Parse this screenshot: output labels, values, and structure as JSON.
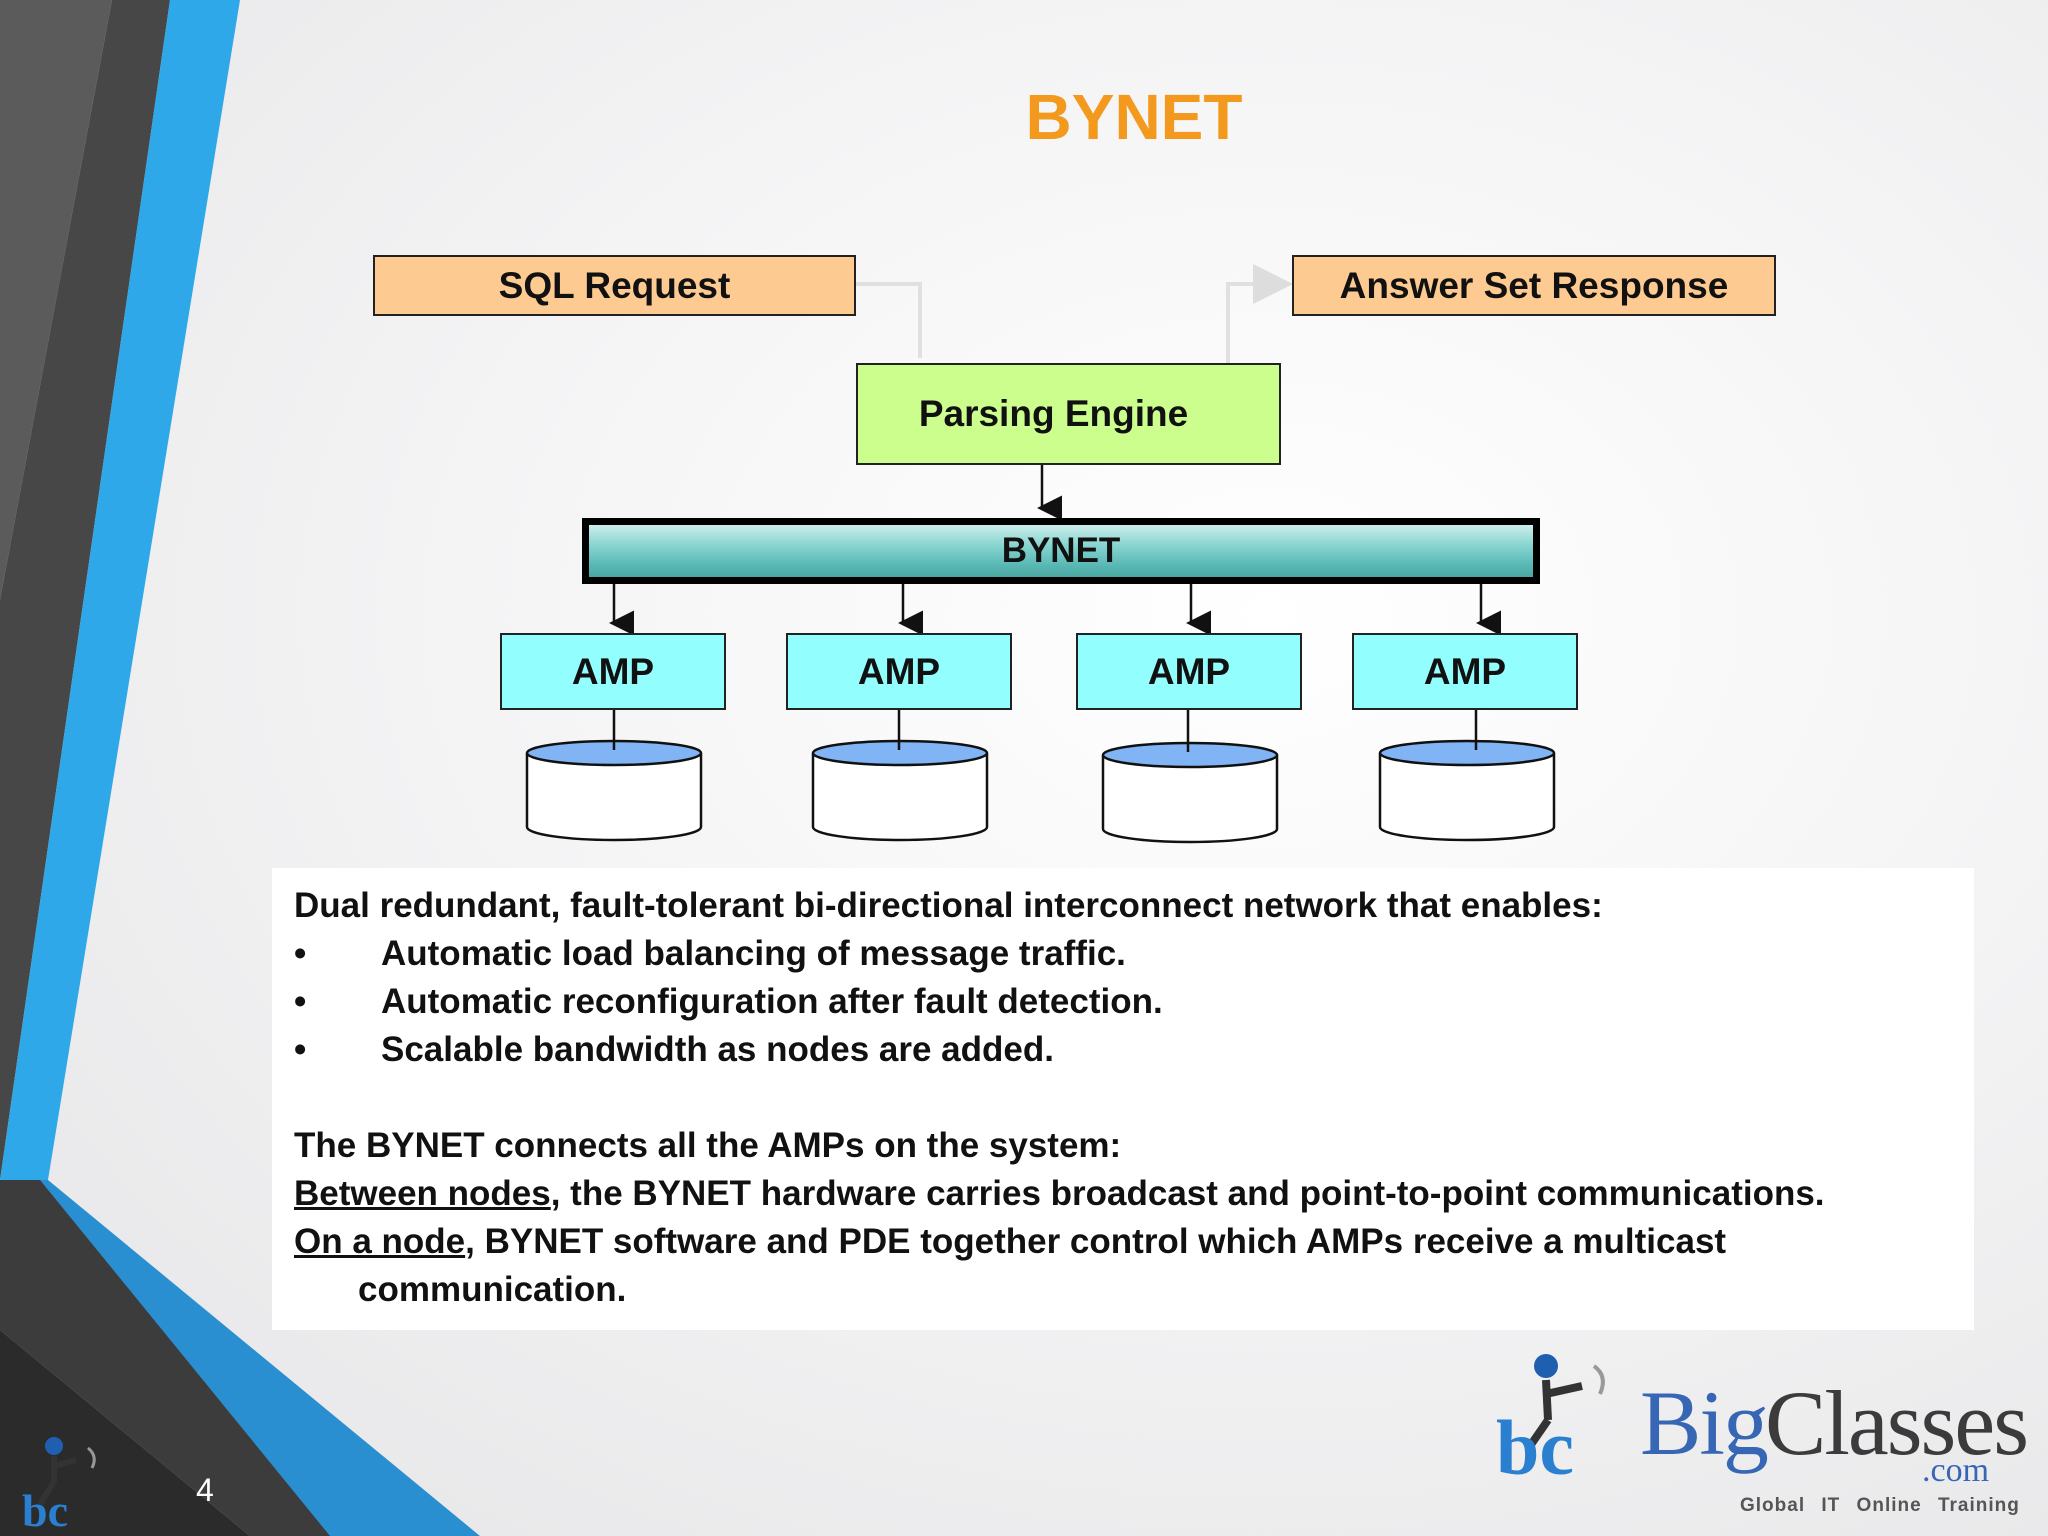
{
  "slide": {
    "title": "BYNET",
    "page_number": "4"
  },
  "diagram": {
    "sql_request": "SQL Request",
    "answer_set": "Answer Set Response",
    "parsing_engine": "Parsing Engine",
    "bynet": "BYNET",
    "amps": [
      "AMP",
      "AMP",
      "AMP",
      "AMP"
    ]
  },
  "body": {
    "intro": "Dual redundant, fault-tolerant bi-directional interconnect network that enables:",
    "bullet_char": "•",
    "bullets": [
      "Automatic load balancing of message traffic.",
      "Automatic reconfiguration after fault detection.",
      "Scalable bandwidth as nodes are added."
    ],
    "connects": "The BYNET connects all the AMPs on the system:",
    "between_label": "Between nodes",
    "between_text": ", the BYNET hardware carries broadcast and point-to-point communications.",
    "onnode_label": "On a node",
    "onnode_text": ", BYNET software and PDE together control which AMPs receive a multicast",
    "onnode_cont": "communication."
  },
  "logo": {
    "big": "Big",
    "classes": "Classes",
    "com": ".com",
    "tagline": "Global IT Online Training"
  },
  "colors": {
    "title": "#f39a1e",
    "request_box": "#fdca91",
    "parsing_engine": "#ccfe8e",
    "amp": "#92fefe",
    "disk_top": "#80b4f4",
    "accent_blue": "#2aa6e6"
  }
}
